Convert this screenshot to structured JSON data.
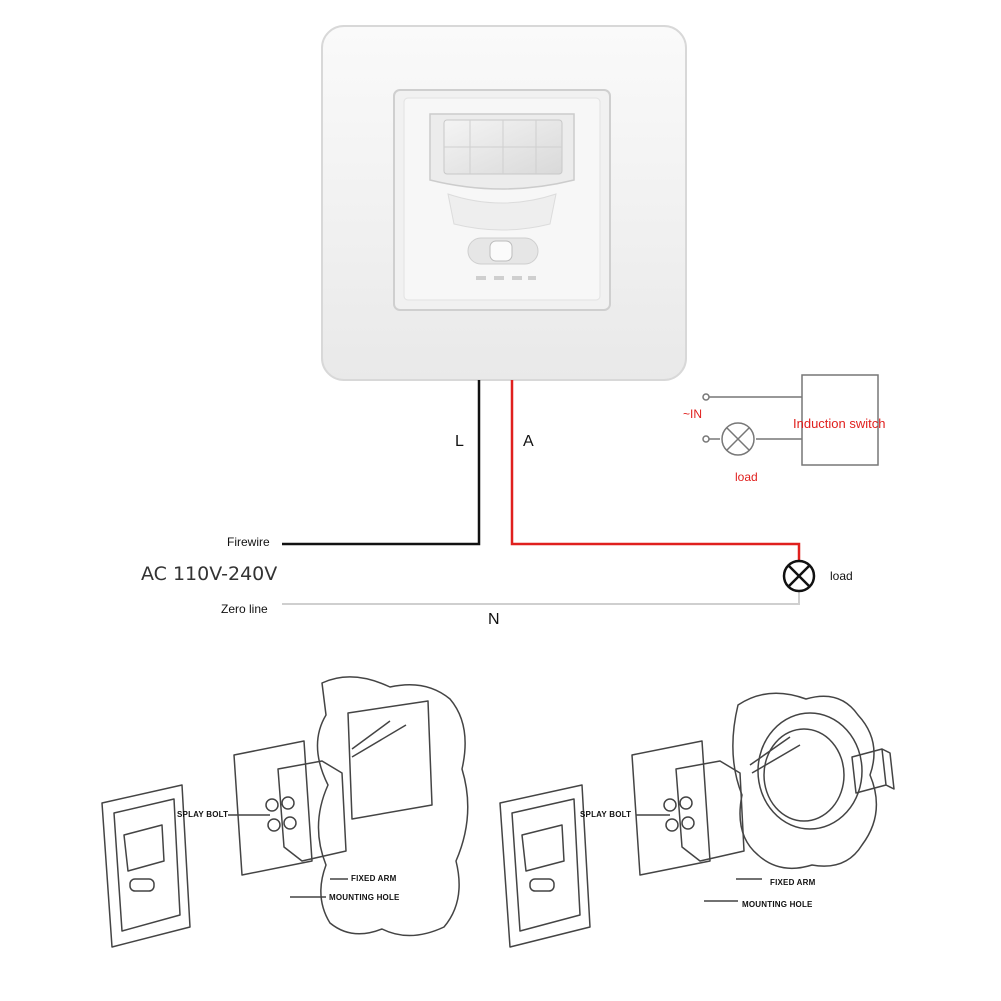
{
  "wiring": {
    "line_label": "L",
    "load_wire_label": "A",
    "neutral_label": "N",
    "firewire_label": "Firewire",
    "voltage_label": "AC 110V-240V",
    "zero_line_label": "Zero line",
    "load_label": "load",
    "wire_colors": {
      "line": "#111111",
      "load": "#e0201e",
      "neutral": "#cfcfcf"
    }
  },
  "schematic": {
    "input_label": "~IN",
    "switch_label": "Induction switch",
    "load_label": "load"
  },
  "installation": {
    "left": {
      "splay_bolt": "SPLAY BOLT",
      "fixed_arm": "FIXED ARM",
      "mounting_hole": "MOUNTING HOLE"
    },
    "right": {
      "splay_bolt": "SPLAY BOLT",
      "fixed_arm": "FIXED ARM",
      "mounting_hole": "MOUNTING HOLE"
    }
  }
}
